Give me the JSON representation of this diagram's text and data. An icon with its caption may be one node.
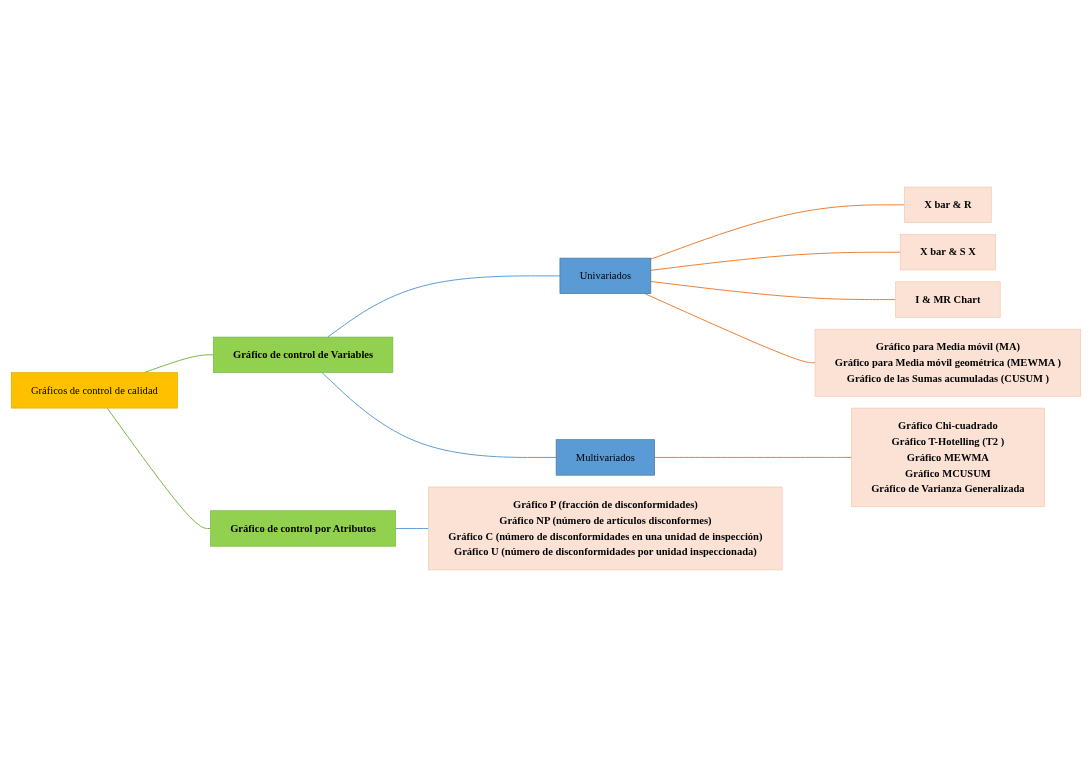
{
  "diagram": {
    "nodes": [
      {
        "text": [
          "Gráficos de control de calidad"
        ]
      },
      {
        "text": [
          "Gráfico de control de Variables"
        ]
      },
      {
        "text": [
          "Univariados"
        ]
      },
      {
        "text": [
          "X bar & R"
        ]
      },
      {
        "text": [
          "X bar & S X"
        ]
      },
      {
        "text": [
          "I & MR Chart"
        ]
      },
      {
        "text": [
          "Gráfico para Media móvil (MA)",
          "Gráfico para Media móvil geométrica (MEWMA )",
          "Gráfico de las Sumas acumuladas (CUSUM )"
        ]
      },
      {
        "text": [
          "Multivariados"
        ]
      },
      {
        "text": [
          "Gráfico Chi-cuadrado",
          "Gráfico T-Hotelling (T2 )",
          "Gráfico MEWMA",
          "Gráfico MCUSUM",
          "Gráfico de Varianza Generalizada"
        ]
      },
      {
        "text": [
          "Gráfico de control por Atributos"
        ]
      },
      {
        "text": [
          "Gráfico P (fracción de disconformidades)",
          "Gráfico NP (número de artículos disconformes)",
          "Gráfico C (número de disconformidades en una unidad de inspección)",
          "Gráfico U (número de disconformidades por unidad inspeccionada)"
        ]
      }
    ],
    "edges": [
      {
        "from": 0,
        "to": 1,
        "arrow": "none",
        "color": "#77b843"
      },
      {
        "from": 0,
        "to": 9,
        "arrow": "none",
        "color": "#77b843"
      },
      {
        "from": 1,
        "to": 2,
        "arrow": "none",
        "color": "#5b9bd5"
      },
      {
        "from": 1,
        "to": 7,
        "arrow": "none",
        "color": "#5b9bd5"
      },
      {
        "from": 2,
        "to": 3,
        "arrow": "none"
      },
      {
        "from": 2,
        "to": 4,
        "arrow": "none"
      },
      {
        "from": 2,
        "to": 5,
        "arrow": "none"
      },
      {
        "from": 2,
        "to": 6,
        "arrow": "none"
      },
      {
        "from": 7,
        "to": 8,
        "arrow": "none"
      },
      {
        "from": 9,
        "to": 10,
        "arrow": "none",
        "color": "#5b9bd5"
      }
    ]
  }
}
